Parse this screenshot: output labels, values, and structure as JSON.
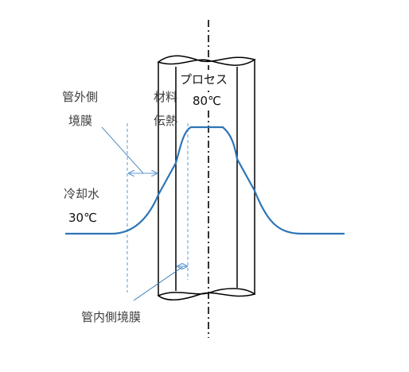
{
  "labels": {
    "outer_film_line1": "管外側",
    "outer_film_line2": "境膜",
    "wall_line1": "材料",
    "wall_line2": "伝熱",
    "process_name": "プロセス",
    "process_temp": "80℃",
    "coolant_name": "冷却水",
    "coolant_temp": "30℃",
    "inner_film": "管内側境膜"
  },
  "colors": {
    "outline": "#000000",
    "profile": "#2e75b6",
    "arrow": "#5b9bd5",
    "leader": "#2e75b6",
    "text": "#3f3f3f"
  }
}
